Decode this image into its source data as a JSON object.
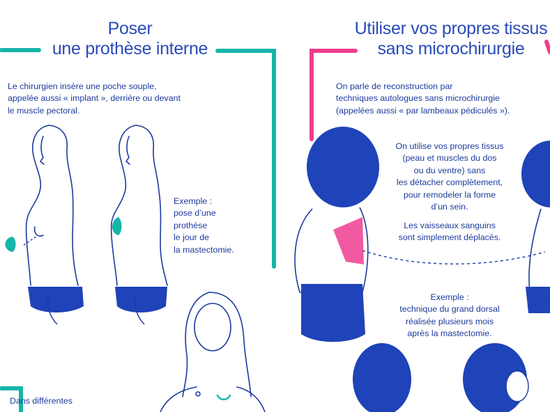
{
  "left_section": {
    "title_line1": "Poser",
    "title_line2": "une prothèse interne",
    "intro_lines": [
      "Le chirurgien insère une poche souple,",
      "appelée aussi « implant », derrière ou devant",
      "le muscle pectoral."
    ],
    "example_lines": [
      "Exemple :",
      "pose d’une",
      "prothèse",
      "le jour de",
      "la mastectomie."
    ],
    "footer_text": "Dans différentes"
  },
  "right_section": {
    "title_line1": "Utiliser vos propres tissus",
    "title_line2": "sans microchirurgie",
    "intro_lines": [
      "On parle de reconstruction par",
      "techniques autologues sans microchirurgie",
      "(appelées aussi « par lambeaux pédiculés »)."
    ],
    "tissue_lines": [
      "On utilise vos propres tissus",
      "(peau et muscles du dos",
      "ou du ventre) sans",
      "les détacher complètement,",
      "pour remodeler la forme",
      "d’un sein."
    ],
    "vessel_lines": [
      "Les vaisseaux sanguins",
      "sont simplement déplacés."
    ],
    "example_lines": [
      "Exemple :",
      "technique du grand dorsal",
      "réalisée plusieurs mois",
      "après la mastectomie."
    ]
  },
  "colors": {
    "teal": "#16b5a8",
    "pink": "#ee3d8f",
    "navy": "#1c3a9e",
    "hair_blue": "#1f43b8"
  }
}
